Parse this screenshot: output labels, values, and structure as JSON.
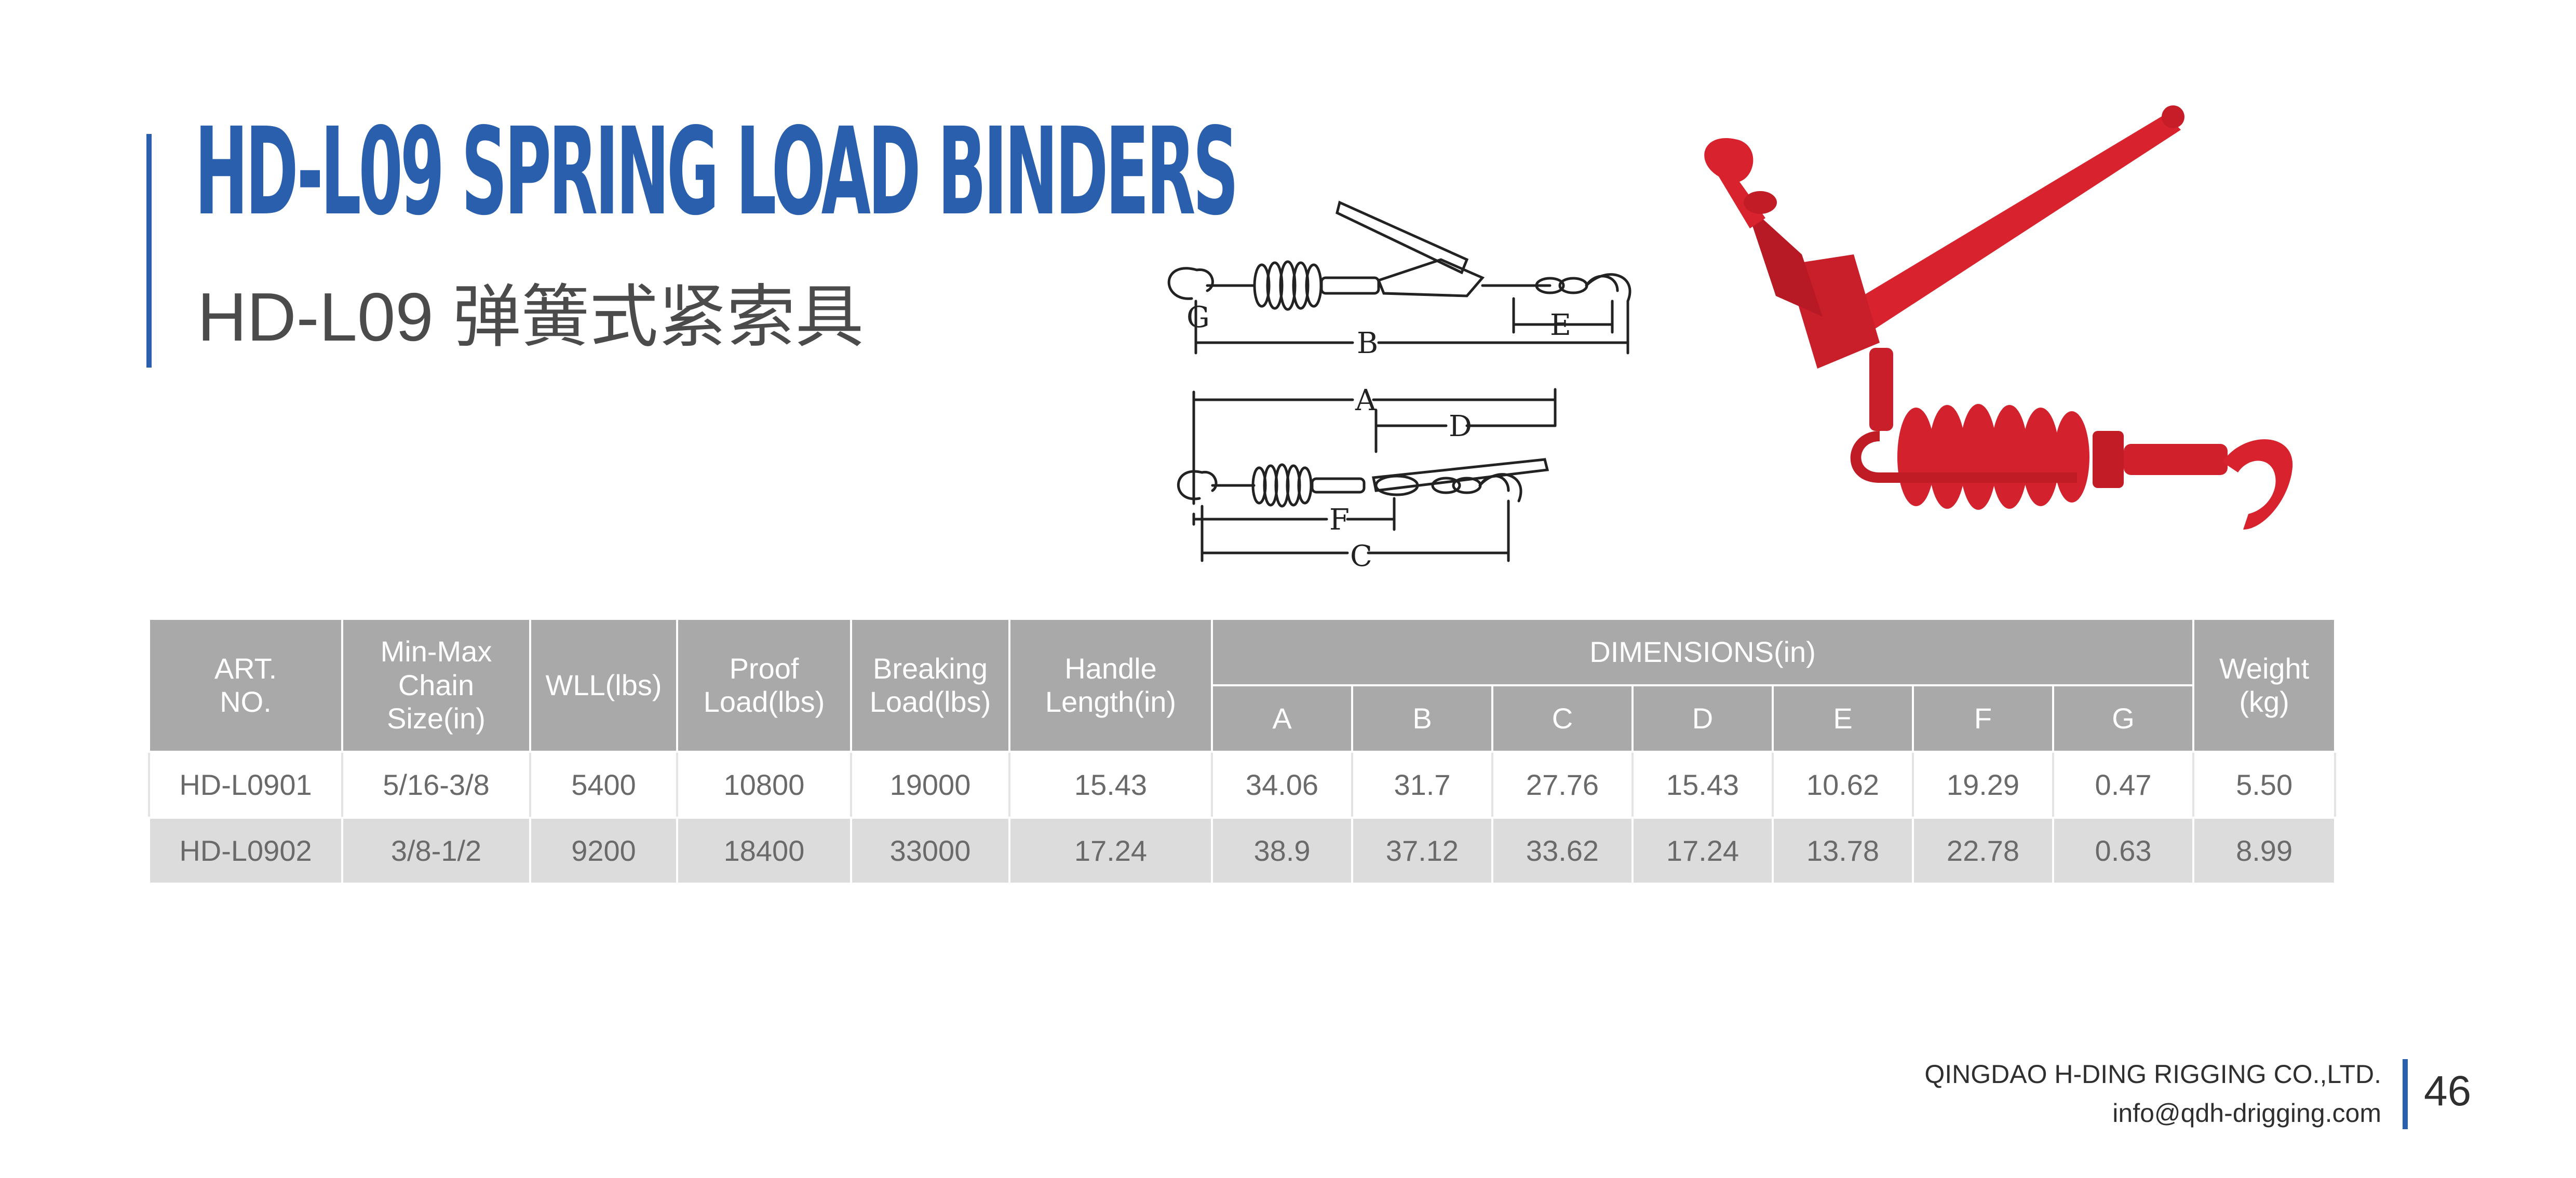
{
  "header": {
    "title": "HD-L09 SPRING LOAD BINDERS",
    "subtitle": "HD-L09 弹簧式紧索具"
  },
  "diagram": {
    "labels": {
      "A": "A",
      "B": "B",
      "C": "C",
      "D": "D",
      "E": "E",
      "F": "F",
      "G": "G"
    }
  },
  "colors": {
    "accent": "#2a5fae",
    "table_header": "#a9a9aa",
    "row_alt": "#dcdcdd",
    "product_red": "#d8232e"
  },
  "table": {
    "headers": {
      "art_no": [
        "ART.",
        "NO."
      ],
      "chain_size": [
        "Min-Max",
        "Chain",
        "Size(in)"
      ],
      "wll": "WLL(lbs)",
      "proof": [
        "Proof",
        "Load(lbs)"
      ],
      "breaking": [
        "Breaking",
        "Load(lbs)"
      ],
      "handle": [
        "Handle",
        "Length(in)"
      ],
      "dimensions": "DIMENSIONS(in)",
      "dims": [
        "A",
        "B",
        "C",
        "D",
        "E",
        "F",
        "G"
      ],
      "weight": [
        "Weight",
        "(kg)"
      ]
    },
    "rows": [
      [
        "HD-L0901",
        "5/16-3/8",
        "5400",
        "10800",
        "19000",
        "15.43",
        "34.06",
        "31.7",
        "27.76",
        "15.43",
        "10.62",
        "19.29",
        "0.47",
        "5.50"
      ],
      [
        "HD-L0902",
        "3/8-1/2",
        "9200",
        "18400",
        "33000",
        "17.24",
        "38.9",
        "37.12",
        "33.62",
        "17.24",
        "13.78",
        "22.78",
        "0.63",
        "8.99"
      ]
    ]
  },
  "footer": {
    "company": "QINGDAO H-DING RIGGING CO.,LTD.",
    "email": "info@qdh-drigging.com",
    "page": "46"
  }
}
